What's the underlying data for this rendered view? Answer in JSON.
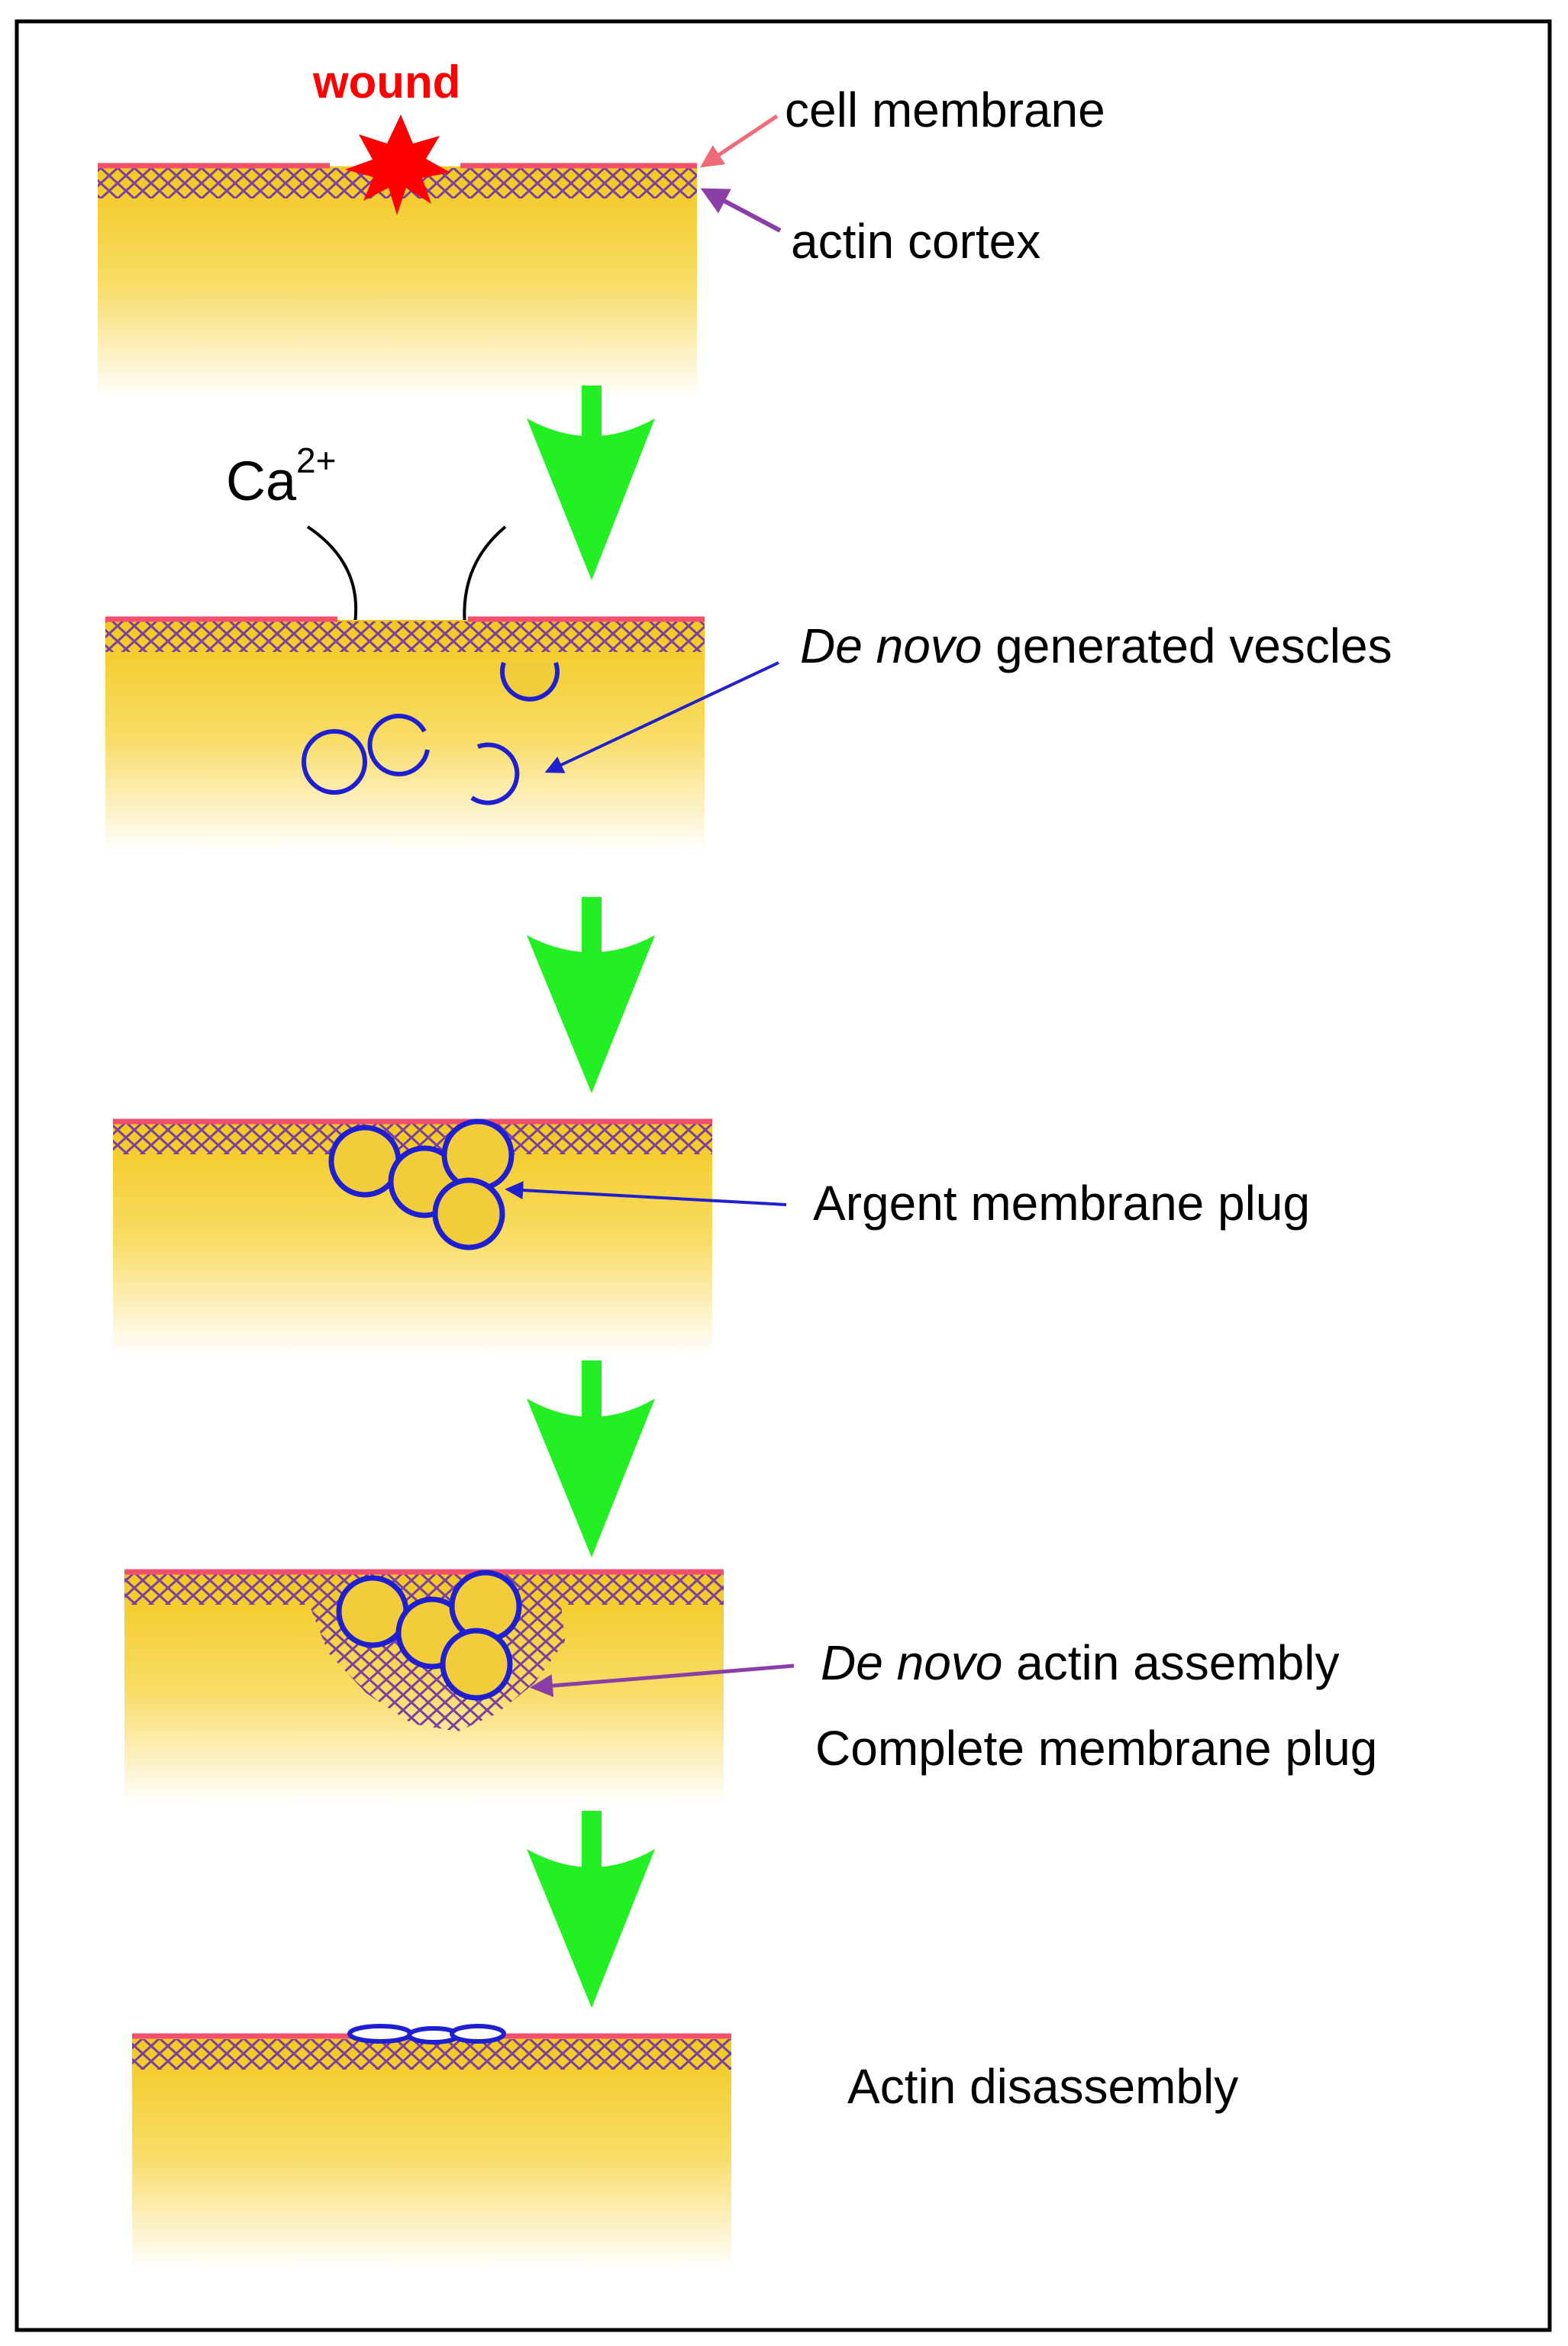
{
  "colors": {
    "cell_top": "#f2c81c",
    "cell_mid": "#f8dc64",
    "cell_bottom": "#ffffff",
    "membrane": "#f0506c",
    "actin": "#7b3fa0",
    "vesicle": "#1e1ed2",
    "step_arrow": "#22f022",
    "wound": "#ff0000",
    "membrane_pointer": "#f06a7a",
    "cortex_pointer": "#8a3fa8",
    "vesicle_pointer": "#2020d0",
    "actin_pointer": "#8a3fa8",
    "frame": "#000000"
  },
  "labels": {
    "wound": "wound",
    "cell_membrane": "cell membrane",
    "actin_cortex": "actin cortex",
    "calcium_base": "Ca",
    "calcium_charge": "2+",
    "vesicles_italic": "De novo",
    "vesicles_rest": " generated vescles",
    "argent_plug": "Argent membrane plug",
    "actin_assembly_italic": "De novo",
    "actin_assembly_rest": " actin assembly",
    "complete_plug": "Complete membrane plug",
    "actin_disassembly": "Actin disassembly"
  }
}
